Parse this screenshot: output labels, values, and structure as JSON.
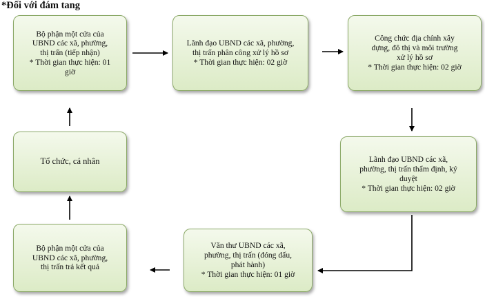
{
  "title": "*Đối với đám tang",
  "nodes": [
    {
      "id": "b1",
      "lines": [
        "Bộ phận một cửa của",
        "UBND các xã, phường,",
        "thị trấn (tiếp nhận)",
        "* Thời gian thực hiện: 01",
        "giờ"
      ]
    },
    {
      "id": "b2",
      "lines": [
        "Lãnh đạo UBND các xã, phường,",
        "thị trấn phân công xử lý hồ sơ",
        "*  Thời gian thực hiện: 02 giờ"
      ]
    },
    {
      "id": "b3",
      "lines": [
        "Công chức địa chính xây",
        "dựng, đô thị và môi trường",
        "xử lý hồ sơ",
        "* Thời gian thực hiện: 02 giờ"
      ]
    },
    {
      "id": "b4",
      "lines": [
        "Lãnh đạo UBND các xã,",
        "phường, thị trấn thẩm định, ký",
        "duyệt",
        "*  Thời gian thực hiện: 02 giờ"
      ]
    },
    {
      "id": "b5",
      "lines": [
        "Văn thư UBND các xã,",
        "phường, thị trấn (đóng dấu,",
        "phát hành)",
        "* Thời gian thực hiện: 01 giờ"
      ]
    },
    {
      "id": "b6",
      "lines": [
        "Bộ phận một cửa của",
        "UBND các xã, phường,",
        "thị trấn trả kết quả"
      ]
    },
    {
      "id": "b7",
      "lines": [
        "Tổ chức, cá nhân"
      ]
    }
  ]
}
